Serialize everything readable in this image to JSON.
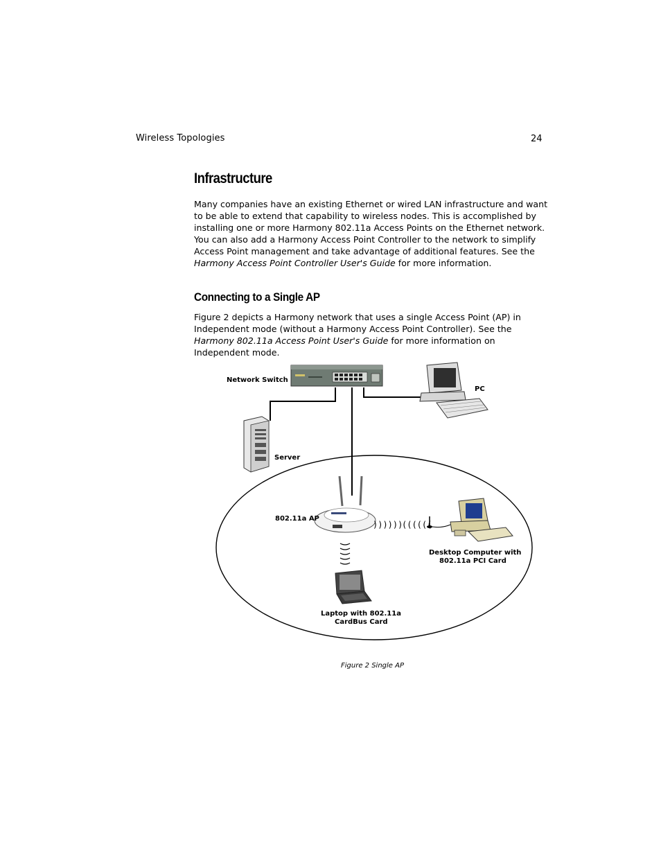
{
  "header": {
    "section": "Wireless Topologies",
    "page_number": "24"
  },
  "section1": {
    "heading": "Infrastructure",
    "body_before": "Many companies have an existing Ethernet or wired LAN infrastructure and want to be able to extend that capability to wireless nodes.  This is accomplished by installing one or more Harmony 802.11a Access Points on the Ethernet network.  You can also add a  Harmony Access Point Controller to the network to simplify Access Point management and take advantage of additional features.  See the ",
    "body_ref": "Harmony Access Point Controller User's Guide",
    "body_after": " for more information."
  },
  "section2": {
    "heading": "Connecting to a Single AP",
    "body_before": "Figure 2 depicts a Harmony network that uses a single Access Point (AP) in Independent mode (without a Harmony Access Point Controller).  See the ",
    "body_ref": "Harmony 802.11a Access Point User's Guide",
    "body_after": " for more information on Independent mode."
  },
  "figure": {
    "labels": {
      "switch": "Network Switch",
      "pc": "PC",
      "server": "Server",
      "ap": "802.11a AP",
      "desktop_line1": "Desktop Computer with",
      "desktop_line2": "802.11a PCI Card",
      "laptop_line1": "Laptop with 802.11a",
      "laptop_line2": "CardBus Card"
    },
    "waves_out": "))))))",
    "waves_in": "((((((",
    "caption": "Figure 2 Single AP"
  }
}
